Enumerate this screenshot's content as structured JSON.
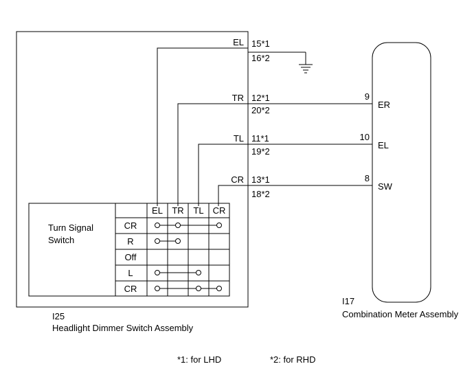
{
  "left_component": {
    "id": "I25",
    "name": "Headlight Dimmer Switch Assembly",
    "switch_label": [
      "Turn Signal",
      "Switch"
    ]
  },
  "right_component": {
    "id": "I17",
    "name": "Combination Meter Assembly"
  },
  "wires": [
    {
      "signal": "EL",
      "pin_lhd": "15*1",
      "pin_rhd": "16*2",
      "destination": "ground",
      "meter_pin": "",
      "meter_terminal": ""
    },
    {
      "signal": "TR",
      "pin_lhd": "12*1",
      "pin_rhd": "20*2",
      "destination": "meter",
      "meter_pin": "9",
      "meter_terminal": "ER"
    },
    {
      "signal": "TL",
      "pin_lhd": "11*1",
      "pin_rhd": "19*2",
      "destination": "meter",
      "meter_pin": "10",
      "meter_terminal": "EL"
    },
    {
      "signal": "CR",
      "pin_lhd": "13*1",
      "pin_rhd": "18*2",
      "destination": "meter",
      "meter_pin": "8",
      "meter_terminal": "SW"
    }
  ],
  "switch_table": {
    "columns": [
      "EL",
      "TR",
      "TL",
      "CR"
    ],
    "rows": [
      {
        "position": "CR",
        "connected": [
          "EL",
          "TR",
          "CR"
        ]
      },
      {
        "position": "R",
        "connected": [
          "EL",
          "TR"
        ]
      },
      {
        "position": "Off",
        "connected": []
      },
      {
        "position": "L",
        "connected": [
          "EL",
          "TL"
        ]
      },
      {
        "position": "CR",
        "connected": [
          "EL",
          "TL",
          "CR"
        ]
      }
    ]
  },
  "notes": {
    "note1": "*1: for LHD",
    "note2": "*2: for RHD"
  }
}
